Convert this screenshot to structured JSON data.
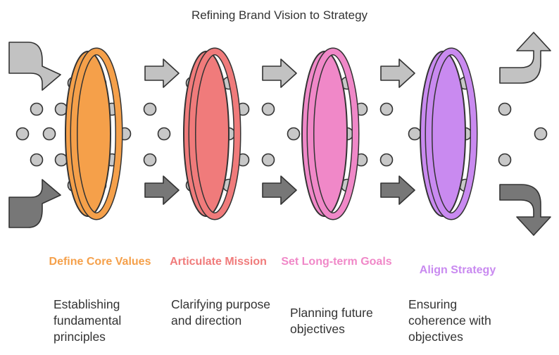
{
  "title": "Refining Brand Vision to Strategy",
  "colors": {
    "arrow_light": "#c2c2c2",
    "arrow_dark": "#777777",
    "dot": "#c8c8c8",
    "stroke": "#333333"
  },
  "stages": [
    {
      "title": "Define Core Values",
      "description": "Establishing fundamental principles",
      "color": "#f5a04a",
      "icon": "ring-lens"
    },
    {
      "title": "Articulate Mission",
      "description": "Clarifying purpose and direction",
      "color": "#f07b7b",
      "icon": "ring-lens"
    },
    {
      "title": "Set Long-term Goals",
      "description": "Planning future objectives",
      "color": "#f088c8",
      "icon": "ring-lens"
    },
    {
      "title": "Align Strategy",
      "description": "Ensuring coherence with objectives",
      "color": "#c98af0",
      "icon": "ring-lens"
    }
  ]
}
